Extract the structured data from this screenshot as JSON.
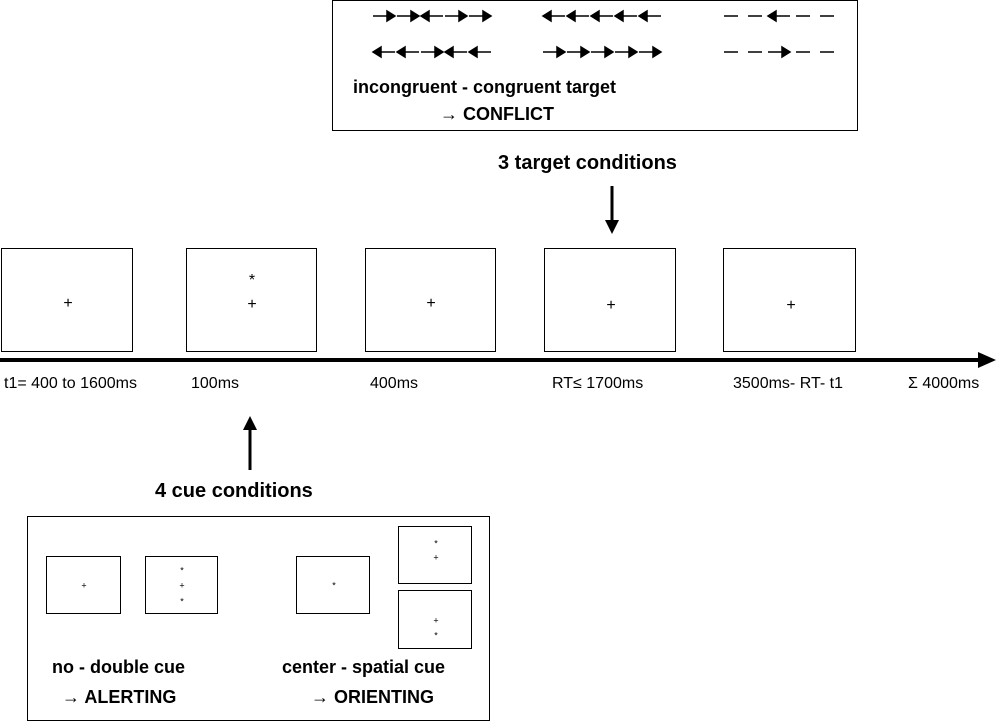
{
  "target_panel": {
    "label": "incongruent - congruent target",
    "conflict": "CONFLICT"
  },
  "target_title": "3 target conditions",
  "cue_title": "4 cue conditions",
  "timeline": {
    "t1": "t1= 400 to 1600ms",
    "cue": "100ms",
    "fix2": "400ms",
    "rt": "RT≤ 1700ms",
    "rest": "3500ms- RT- t1",
    "sum": "Σ 4000ms"
  },
  "screens": {
    "fixation": "+",
    "cue_star": "*"
  },
  "cue_panel": {
    "left_label": "no - double cue",
    "left_result": "ALERTING",
    "right_label": "center - spatial cue",
    "right_result": "ORIENTING"
  },
  "arrow_symbol": "→"
}
